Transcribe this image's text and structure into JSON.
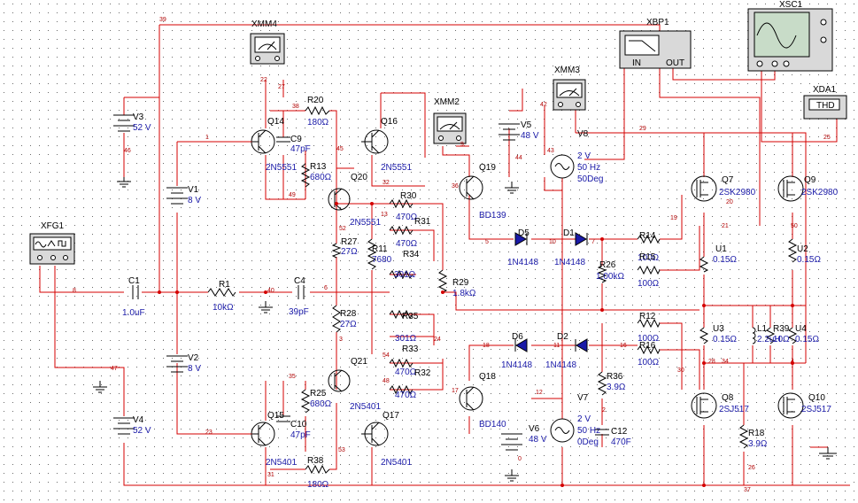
{
  "instruments": [
    {
      "id": "XMM4",
      "label": "XMM4"
    },
    {
      "id": "XBP1",
      "label": "XBP1",
      "in": "IN",
      "out": "OUT"
    },
    {
      "id": "XSC1",
      "label": "XSC1"
    },
    {
      "id": "XMM2",
      "label": "XMM2"
    },
    {
      "id": "XMM3",
      "label": "XMM3"
    },
    {
      "id": "XDA1",
      "label": "XDA1",
      "screen": "THD"
    },
    {
      "id": "XFG1",
      "label": "XFG1"
    }
  ],
  "sources": [
    {
      "id": "V3",
      "ref": "V3",
      "value": "52 V"
    },
    {
      "id": "V1",
      "ref": "V1",
      "value": "8 V"
    },
    {
      "id": "V2",
      "ref": "V2",
      "value": "8 V"
    },
    {
      "id": "V4",
      "ref": "V4",
      "value": "52 V"
    },
    {
      "id": "V5",
      "ref": "V5",
      "value": "48 V"
    },
    {
      "id": "V6",
      "ref": "V6",
      "value": "48 V"
    },
    {
      "id": "V8",
      "ref": "V8",
      "value": "2 V",
      "freq": "50 Hz",
      "phase": "50Deg"
    },
    {
      "id": "V7",
      "ref": "V7",
      "value": "2 V",
      "freq": "50 Hz",
      "phase": "0Deg"
    }
  ],
  "transistors": [
    {
      "ref": "Q14",
      "part": "2N5551"
    },
    {
      "ref": "Q16",
      "part": "2N5551"
    },
    {
      "ref": "Q20",
      "part": "2N5551"
    },
    {
      "ref": "Q19",
      "part": "BD139"
    },
    {
      "ref": "Q21",
      "part": "2N5401"
    },
    {
      "ref": "Q15",
      "part": "2N5401"
    },
    {
      "ref": "Q17",
      "part": "2N5401"
    },
    {
      "ref": "Q18",
      "part": "BD140"
    },
    {
      "ref": "Q7",
      "part": "2SK2980"
    },
    {
      "ref": "Q9",
      "part": "2SK2980"
    },
    {
      "ref": "Q8",
      "part": "2SJ517"
    },
    {
      "ref": "Q10",
      "part": "2SJ517"
    }
  ],
  "resistors": [
    {
      "ref": "R20",
      "value": "180Ω"
    },
    {
      "ref": "R13",
      "value": "680Ω"
    },
    {
      "ref": "R30",
      "value": "470Ω"
    },
    {
      "ref": "R31",
      "value": "470Ω"
    },
    {
      "ref": "R27",
      "value": "27Ω"
    },
    {
      "ref": "R11",
      "value": "7680"
    },
    {
      "ref": "R34",
      "value": "301Ω"
    },
    {
      "ref": "R29",
      "value": "1.8kΩ"
    },
    {
      "ref": "R1",
      "value": "10kΩ"
    },
    {
      "ref": "R28",
      "value": "27Ω"
    },
    {
      "ref": "R35",
      "value": "301Ω"
    },
    {
      "ref": "R33",
      "value": "470Ω"
    },
    {
      "ref": "R32",
      "value": "470Ω"
    },
    {
      "ref": "R25",
      "value": "680Ω"
    },
    {
      "ref": "R38",
      "value": "180Ω"
    },
    {
      "ref": "R14",
      "value": "100Ω"
    },
    {
      "ref": "R15",
      "value": "100Ω"
    },
    {
      "ref": "R26",
      "value": "1.00kΩ"
    },
    {
      "ref": "R12",
      "value": "100Ω"
    },
    {
      "ref": "R16",
      "value": "100Ω"
    },
    {
      "ref": "R36",
      "value": "3.9Ω"
    },
    {
      "ref": "R18",
      "value": "3.9Ω"
    },
    {
      "ref": "U1",
      "value": "0.15Ω"
    },
    {
      "ref": "U2",
      "value": "0.15Ω"
    },
    {
      "ref": "U3",
      "value": "0.15Ω"
    },
    {
      "ref": "U4",
      "value": "0.15Ω"
    },
    {
      "ref": "R39",
      "value": "10Ω"
    }
  ],
  "capacitors": [
    {
      "ref": "C9",
      "value": "47pF"
    },
    {
      "ref": "C1",
      "value": "1.0uF"
    },
    {
      "ref": "C4",
      "value": "39pF"
    },
    {
      "ref": "C10",
      "value": "47pF"
    },
    {
      "ref": "C12",
      "value": "470F"
    }
  ],
  "inductors": [
    {
      "ref": "L1",
      "value": "2.2uH"
    }
  ],
  "diodes": [
    {
      "ref": "D5",
      "part": "1N4148"
    },
    {
      "ref": "D1",
      "part": "1N4148"
    },
    {
      "ref": "D6",
      "part": "1N4148"
    },
    {
      "ref": "D2",
      "part": "1N4148"
    }
  ],
  "nets": [
    "39",
    "22",
    "27",
    "1",
    "49",
    "45",
    "46",
    "38",
    "42",
    "43",
    "44",
    "9",
    "36",
    "29",
    "25",
    "8",
    "19",
    "20",
    "5",
    "52",
    "13",
    "21",
    "50",
    "6",
    "3",
    "24",
    "23",
    "35",
    "53",
    "31",
    "2",
    "47",
    "48",
    "18",
    "17",
    "12",
    "54",
    "11",
    "16",
    "30",
    "34",
    "4",
    "10",
    "7",
    "28",
    "26",
    "32",
    "37",
    "40",
    "0"
  ]
}
